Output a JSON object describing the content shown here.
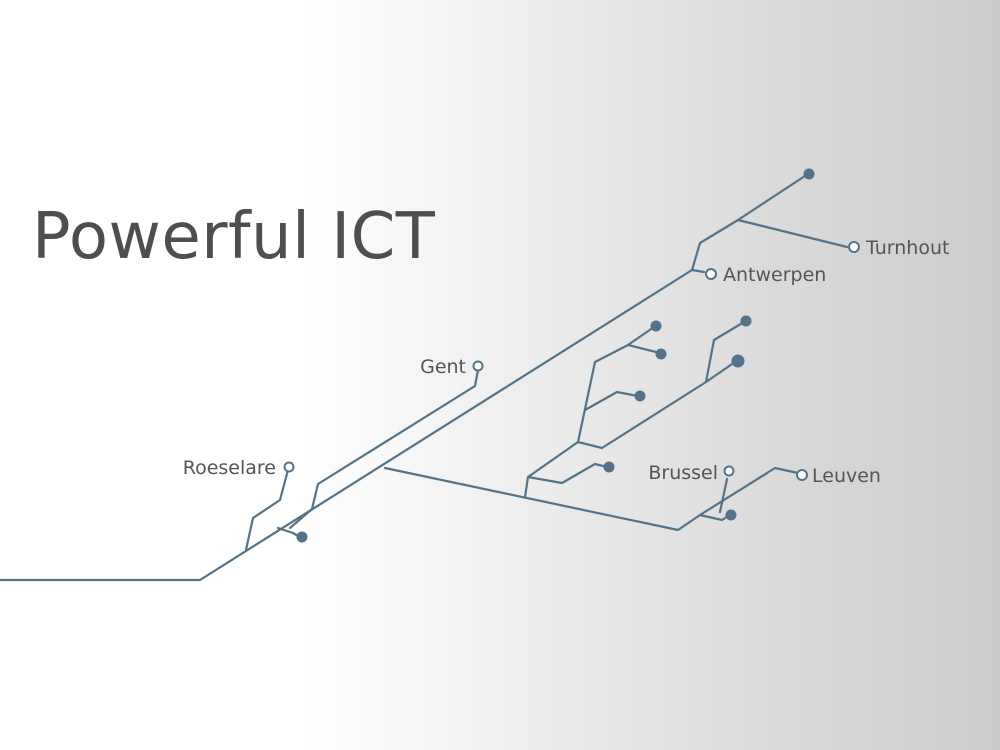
{
  "headline": "Powerful ICT",
  "colors": {
    "line": "#557388",
    "text": "#4e4e4e",
    "label": "#555555",
    "background_left": "#ffffff",
    "background_right": "#cbcbcb"
  },
  "cities": {
    "roeselare": "Roeselare",
    "gent": "Gent",
    "antwerpen": "Antwerpen",
    "turnhout": "Turnhout",
    "brussel": "Brussel",
    "leuven": "Leuven"
  }
}
